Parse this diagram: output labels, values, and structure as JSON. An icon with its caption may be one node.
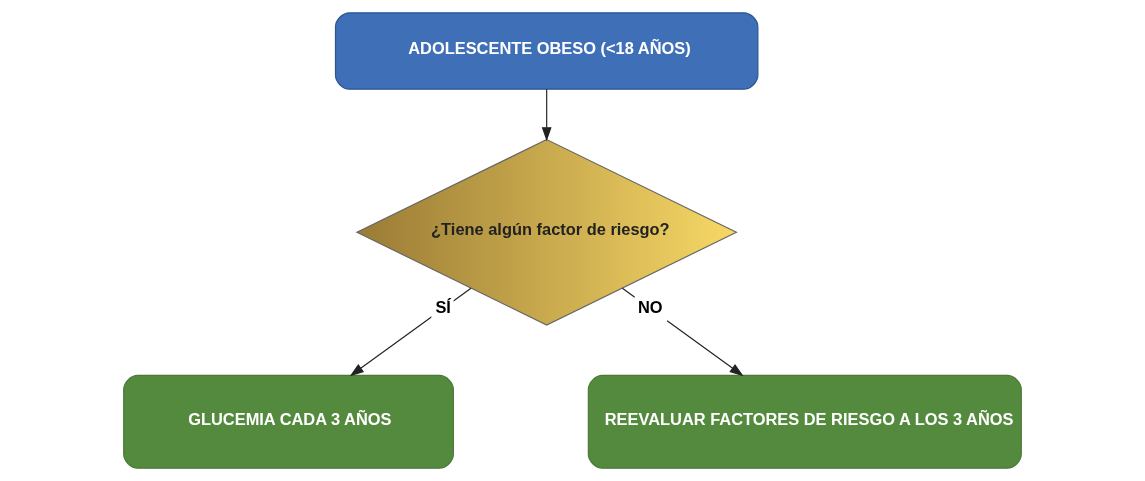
{
  "diagram": {
    "nodes": [
      {
        "text": [
          "ADOLESCENTE OBESO (<18 AÑOS)"
        ]
      },
      {
        "text": [
          "¿Tiene algún factor de riesgo?"
        ]
      },
      {
        "text": [
          "GLUCEMIA CADA 3 AÑOS"
        ]
      },
      {
        "text": [
          "REEVALUAR FACTORES DE RIESGO A LOS 3 AÑOS"
        ]
      }
    ],
    "edges": [
      {
        "from": 0,
        "to": 1,
        "arrow": "to"
      },
      {
        "from": 1,
        "to": 2,
        "arrow": "to",
        "label": "SÍ"
      },
      {
        "from": 1,
        "to": 3,
        "arrow": "to",
        "label": "NO"
      }
    ]
  }
}
